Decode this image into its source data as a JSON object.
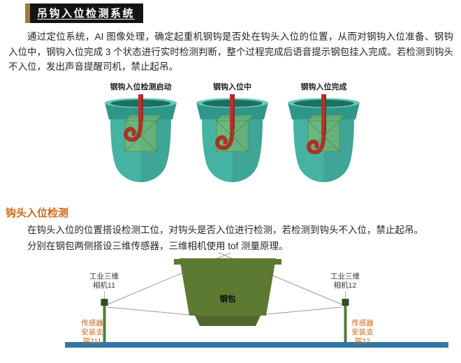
{
  "header": {
    "title": "吊钩入位检测系统"
  },
  "intro": {
    "text": "通过定位系统，AI 图像处理，确定起重机钢钩是否处在钩头入位的位置，从而对钢钩入位准备、钢钩入位中，钢钩入位完成 3 个状态进行实时检测判断，整个过程完成后语音提示钢包挂入完成。若检测到钩头不入位，发出声音提醒司机，禁止起吊。"
  },
  "stages": [
    {
      "label": "钢钩入位检测启动"
    },
    {
      "label": "钢钩入位中"
    },
    {
      "label": "钢钩入位完成"
    }
  ],
  "section": {
    "heading": "钩头入位检测",
    "line1": "在钩头入位的位置搭设检测工位，对钩头是否入位进行检测，若检测到钩头不入位，禁止起吊。",
    "line2": "分别在钢包两侧搭设三维传感器，三维相机使用 tof 测量原理。"
  },
  "diagram": {
    "camera_left_label": "工业三维\n相机11",
    "camera_right_label": "工业三维\n相机12",
    "ladle_label": "钢包",
    "bracket_left_label": "传感器\n安装支\n架111",
    "bracket_right_label": "传感器\n安装支\n架12"
  },
  "colors": {
    "title_bar_bg": "#141414",
    "title_accent": "#9b7b45",
    "heading_orange": "#c96a17",
    "bucket_teal": "#46b2a2",
    "detection_zone_green": "#8cbe5f",
    "hook_red": "#b5332a",
    "ladle_green": "#5d7a33",
    "rail_blue": "#3377a5"
  }
}
